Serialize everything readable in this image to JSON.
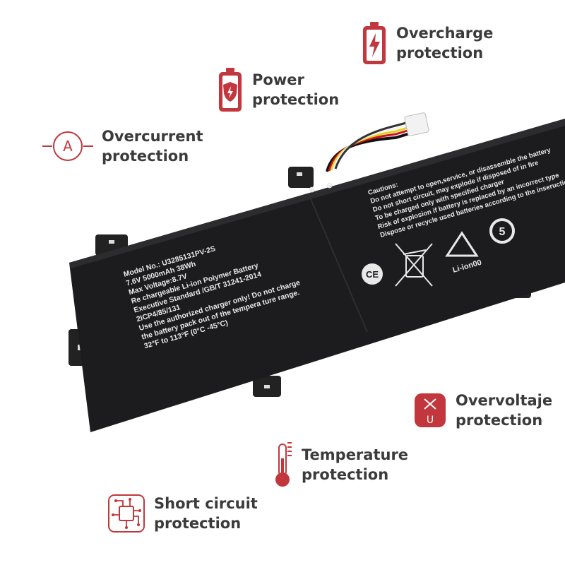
{
  "colors": {
    "accent": "#c1373d",
    "label": "#3b3b3b",
    "battery": "#1c1c1e",
    "print": "#e8e8e8"
  },
  "features": [
    {
      "id": "overcharge",
      "icon": "battery-bolt-icon",
      "label": "Overcharge\nprotection"
    },
    {
      "id": "power",
      "icon": "battery-shield-icon",
      "label": "Power\nprotection"
    },
    {
      "id": "overcurrent",
      "icon": "ammeter-icon",
      "label": "Overcurrent\nprotection"
    },
    {
      "id": "overvoltage",
      "icon": "voltage-icon",
      "label": "Overvoltaje\nprotection"
    },
    {
      "id": "temperature",
      "icon": "thermometer-icon",
      "label": "Temperature\nprotection"
    },
    {
      "id": "short_circuit",
      "icon": "circuit-chip-icon",
      "label": "Short circuit\nprotection"
    }
  ],
  "battery": {
    "terminals": {
      "plus": "⊕",
      "minus": "⊖"
    },
    "spec_lines": [
      "Model  No.:  U3285131PV-2S",
      "7.6V  5000mAh  38Wh",
      "Max Voltage:8.7V",
      "Re chargeable  Li-ion Polymer Battery",
      "Executive Standard /GB/T 31241-2014",
      "2ICP4/85/131",
      "Use the authorized charger only! Do not charge",
      "the battery pack out of the tempera ture range.",
      "32°F  to  113°F (0°C -45°C)"
    ],
    "cautions": [
      "Cautions:",
      "Do not attempt to open,service, or disassemble the battery",
      "Do not short circuit, may explode if disposed of in fire",
      "To be charged only with specified charger",
      "Risk of explosion if battery is replaced by an incorrect type",
      "Dispose or recycle used batteries according to the inseructions"
    ],
    "ce_mark": "CE",
    "recycle_label": "Li-ion00",
    "rohs_mark": "5"
  }
}
